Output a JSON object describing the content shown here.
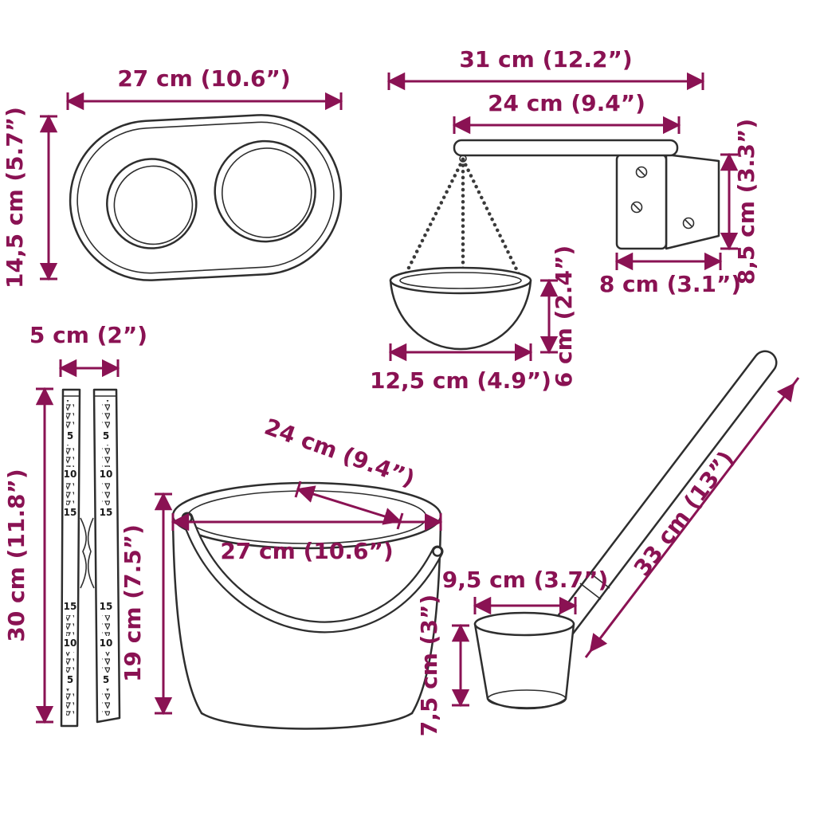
{
  "colors": {
    "dimension_accent": "#8A1253",
    "line_art": "#2e2e2e"
  },
  "items": {
    "headrest": {
      "width": "27 cm (10.6”)",
      "height": "14,5 cm (5.7”)"
    },
    "bracket_planter": {
      "total_width": "31 cm (12.2”)",
      "arm_length": "24 cm (9.4”)",
      "plate_height": "8,5 cm (3.3”)",
      "plate_width": "8 cm (3.1”)",
      "bowl_diameter": "12,5 cm (4.9”)",
      "bowl_height": "6 cm (2.4”)"
    },
    "sand_timer": {
      "width": "5 cm (2”)",
      "height": "30 cm (11.8”)",
      "scale_top": [
        "5",
        "10",
        "15"
      ],
      "scale_bottom": [
        "15",
        "10",
        "5"
      ]
    },
    "bucket": {
      "rim_diameter": "24 cm (9.4”)",
      "width": "27 cm (10.6”)",
      "height": "19 cm (7.5”)"
    },
    "ladle": {
      "handle_length": "33 cm (13”)",
      "cup_diameter": "9,5 cm (3.7”)",
      "cup_height": "7,5 cm (3”)"
    }
  }
}
